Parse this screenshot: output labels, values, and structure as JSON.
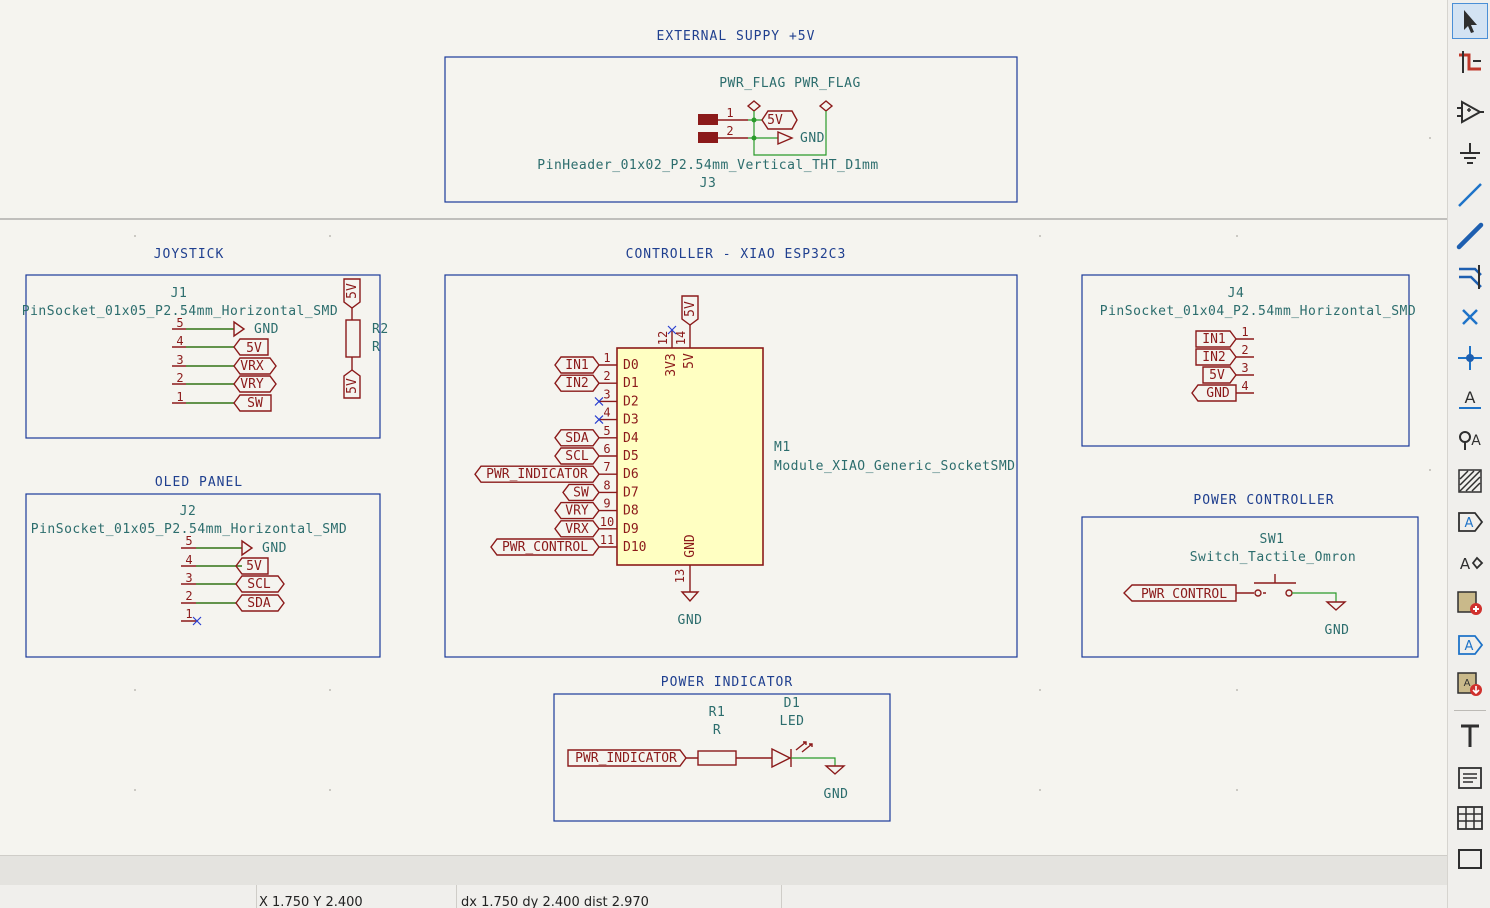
{
  "schematic": {
    "external_supply": {
      "title": "EXTERNAL SUPPY +5V",
      "pwr_flags": "PWR_FLAG PWR_FLAG",
      "j3_value": "PinHeader_01x02_P2.54mm_Vertical_THT_D1mm",
      "j3_ref": "J3",
      "pin1": "1",
      "pin2": "2",
      "label_5v": "5V",
      "label_gnd": "GND"
    },
    "joystick": {
      "title": "JOYSTICK",
      "j1_ref": "J1",
      "j1_value": "PinSocket_01x05_P2.54mm_Horizontal_SMD",
      "pins": [
        "5",
        "4",
        "3",
        "2",
        "1"
      ],
      "nets": [
        "GND",
        "5V",
        "VRX",
        "VRY",
        "SW"
      ],
      "r2_ref": "R2",
      "r2_value": "R",
      "r2_top": "5V",
      "r2_bottom": "5V"
    },
    "oled": {
      "title": "OLED PANEL",
      "j2_ref": "J2",
      "j2_value": "PinSocket_01x05_P2.54mm_Horizontal_SMD",
      "pins": [
        "5",
        "4",
        "3",
        "2",
        "1"
      ],
      "nets": [
        "GND",
        "5V",
        "SCL",
        "SDA"
      ]
    },
    "controller": {
      "title": "CONTROLLER - XIAO ESP32C3",
      "m1_ref": "M1",
      "m1_value": "Module_XIAO_Generic_SocketSMD",
      "pin_names": [
        "D0",
        "D1",
        "D2",
        "D3",
        "D4",
        "D5",
        "D6",
        "D7",
        "D8",
        "D9",
        "D10"
      ],
      "pin_nums": [
        "1",
        "2",
        "3",
        "4",
        "5",
        "6",
        "7",
        "8",
        "9",
        "10",
        "11"
      ],
      "labels": [
        "IN1",
        "IN2",
        "",
        "",
        "SDA",
        "SCL",
        "PWR_INDICATOR",
        "SW",
        "VRY",
        "VRX",
        "PWR_CONTROL"
      ],
      "top_pin_3v3": "3V3",
      "top_pin_5v": "5V",
      "top_num_12": "12",
      "top_num_14": "14",
      "top_label_5v": "5V",
      "bottom_pin": "GND",
      "bottom_num": "13",
      "bottom_label": "GND"
    },
    "j4": {
      "ref": "J4",
      "value": "PinSocket_01x04_P2.54mm_Horizontal_SMD",
      "pins": [
        "1",
        "2",
        "3",
        "4"
      ],
      "nets": [
        "IN1",
        "IN2",
        "5V",
        "GND"
      ]
    },
    "power_controller": {
      "title": "POWER CONTROLLER",
      "sw1_ref": "SW1",
      "sw1_value": "Switch_Tactile_Omron",
      "label": "PWR_CONTROL",
      "gnd": "GND"
    },
    "power_indicator": {
      "title": "POWER INDICATOR",
      "r1_ref": "R1",
      "r1_value": "R",
      "d1_ref": "D1",
      "d1_value": "LED",
      "label": "PWR_INDICATOR",
      "gnd": "GND"
    }
  },
  "status": {
    "position": "X 1.750  Y 2.400",
    "delta": "dx 1.750  dy 2.400  dist 2.970"
  },
  "toolbar": {
    "tools": [
      "select-icon",
      "highlight-net-icon",
      "add-symbol-icon",
      "add-power-icon",
      "add-wire-icon",
      "add-bus-icon",
      "bus-entry-icon",
      "no-connect-icon",
      "junction-icon",
      "net-label-icon",
      "global-label-icon",
      "hierarchical-label-icon",
      "sheet-pin-icon",
      "directive-label-icon",
      "hierarchical-sheet-icon",
      "import-sheet-pin-icon",
      "leave-sheet-icon",
      "add-text-icon",
      "text-box-icon",
      "table-icon",
      "rectangle-icon"
    ]
  },
  "colors": {
    "background": "#f5f4ef",
    "box": "#1a3a9a",
    "section_text": "#1f3f8f",
    "symbol": "#8b1a1a",
    "wire": "#2a9a2a",
    "field_text": "#2c6d6d",
    "ic_fill": "#ffffc2",
    "no_connect": "#2a3fd0"
  }
}
